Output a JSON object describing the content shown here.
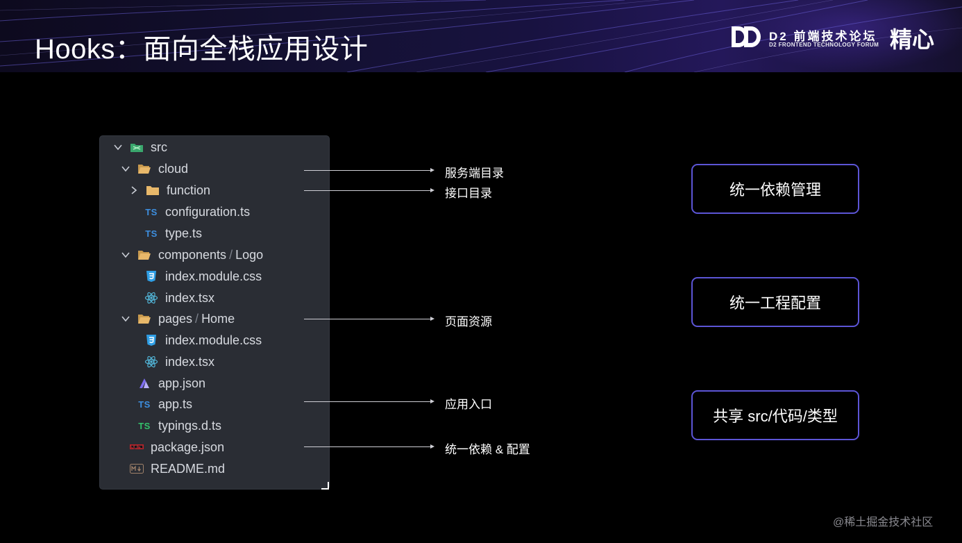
{
  "slide": {
    "title": "Hooks：面向全栈应用设计",
    "logo": {
      "mark": "DD",
      "title": "D2 前端技术论坛",
      "subtitle": "D2 FRONTEND TECHNOLOGY FORUM"
    },
    "brand": "精心",
    "watermark": "@稀土掘金技术社区"
  },
  "tree": {
    "src": "src",
    "cloud": "cloud",
    "function": "function",
    "configuration": "configuration.ts",
    "type": "type.ts",
    "components": "components",
    "logo_dir": "Logo",
    "comp_css": "index.module.css",
    "comp_tsx": "index.tsx",
    "pages": "pages",
    "home_dir": "Home",
    "pages_css": "index.module.css",
    "pages_tsx": "index.tsx",
    "app_json": "app.json",
    "app_ts": "app.ts",
    "typings": "typings.d.ts",
    "package": "package.json",
    "readme": "README.md",
    "ts_badge": "TS",
    "sep": "/"
  },
  "annotations": {
    "cloud": "服务端目录",
    "function": "接口目录",
    "pages": "页面资源",
    "app": "应用入口",
    "package": "统一依赖 & 配置"
  },
  "boxes": {
    "deps": "统一依赖管理",
    "config": "统一工程配置",
    "shared": "共享 src/代码/类型"
  },
  "colors": {
    "box_border": "#5c55d6",
    "tree_bg": "#2a2d34",
    "folder": "#e8b86a",
    "ts_blue": "#3d8fe0",
    "ts_green": "#33c26b",
    "css_blue": "#2f9fe6",
    "react": "#52b6d9"
  }
}
